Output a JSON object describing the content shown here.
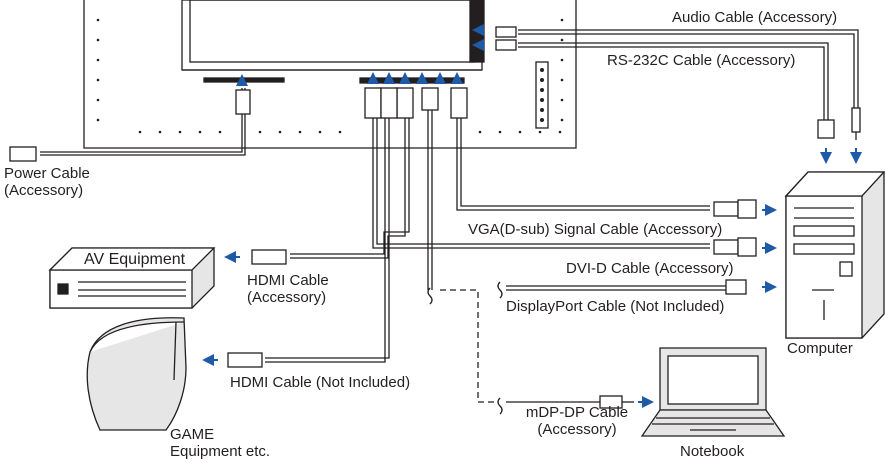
{
  "labels": {
    "audio_cable": "Audio Cable (Accessory)",
    "rs232c_cable": "RS-232C Cable (Accessory)",
    "power_cable_line1": "Power Cable",
    "power_cable_line2": "(Accessory)",
    "av_equipment": "AV Equipment",
    "hdmi_cable_line1": "HDMI Cable",
    "hdmi_cable_line2": "(Accessory)",
    "vga_cable": "VGA(D-sub) Signal Cable (Accessory)",
    "dvi_cable": "DVI-D Cable (Accessory)",
    "displayport_cable": "DisplayPort Cable (Not Included)",
    "computer": "Computer",
    "hdmi_not_included": "HDMI Cable (Not Included)",
    "mdp_cable_line1": "mDP-DP Cable",
    "mdp_cable_line2": "(Accessory)",
    "game_line1": "GAME",
    "game_line2": "Equipment etc.",
    "notebook": "Notebook"
  },
  "colors": {
    "line": "#231f20",
    "arrow": "#1f5aa6",
    "fill_grey": "#e6e6e6"
  }
}
